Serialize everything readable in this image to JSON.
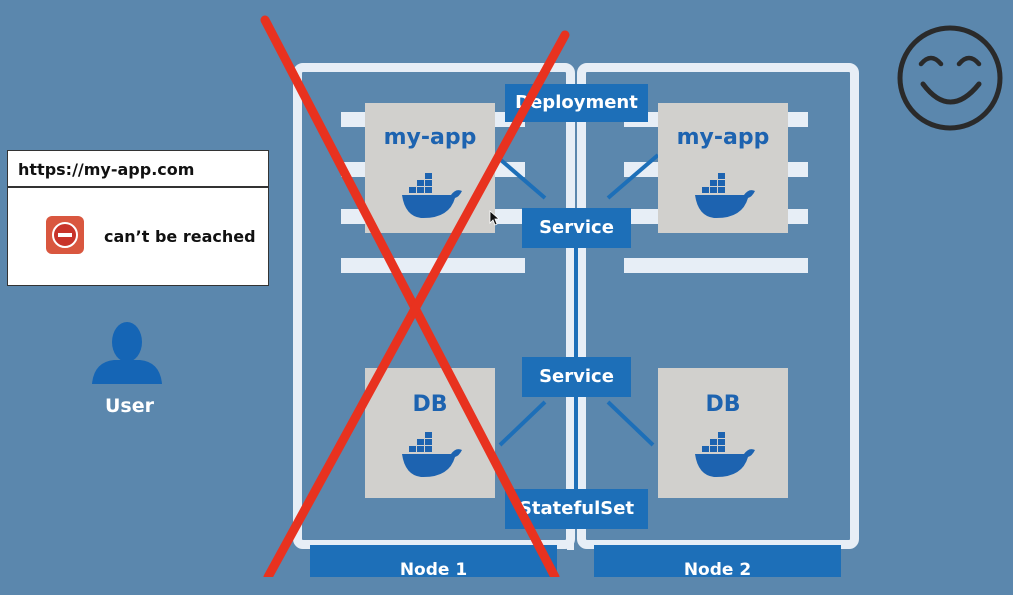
{
  "browser": {
    "url": "https://my-app.com",
    "error_text": "can’t be reached",
    "error_icon": "no-entry-icon"
  },
  "user": {
    "label": "User",
    "icon": "person-icon"
  },
  "face_icon": "smiley-face-icon",
  "labels": {
    "deployment": "Deployment",
    "service_top": "Service",
    "service_bottom": "Service",
    "statefulset": "StatefulSet"
  },
  "nodes": [
    {
      "label": "Node 1",
      "app_card": {
        "title": "my-app",
        "icon": "docker-whale-icon"
      },
      "db_card": {
        "title": "DB",
        "icon": "docker-whale-icon"
      },
      "crossed_out": true
    },
    {
      "label": "Node 2",
      "app_card": {
        "title": "my-app",
        "icon": "docker-whale-icon"
      },
      "db_card": {
        "title": "DB",
        "icon": "docker-whale-icon"
      },
      "crossed_out": false
    }
  ],
  "colors": {
    "background": "#5b87ad",
    "label_blue": "#1d6fb8",
    "cross_red": "#e8321f",
    "card_grey": "#d1d0cd"
  }
}
